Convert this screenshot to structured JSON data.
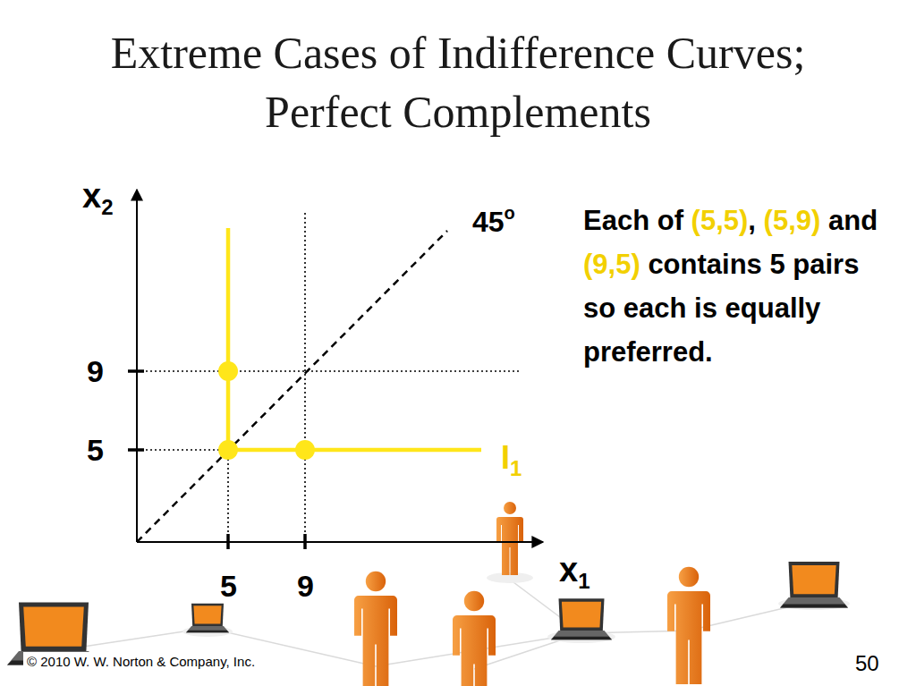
{
  "diagram": {
    "title": "Extreme Cases of Indifference Curves; Perfect Complements",
    "labels": [
      "x",
      "2",
      "45",
      "o",
      "Each of",
      "(5,5)",
      ",",
      "(5,9)",
      "and",
      "(9,5)",
      "contains 5 pairs so each is equally preferred.",
      "9",
      "5",
      "I",
      "1",
      "5",
      "9",
      "x",
      "1",
      "© 2010 W. W. Norton & Company, Inc.",
      "50"
    ]
  }
}
